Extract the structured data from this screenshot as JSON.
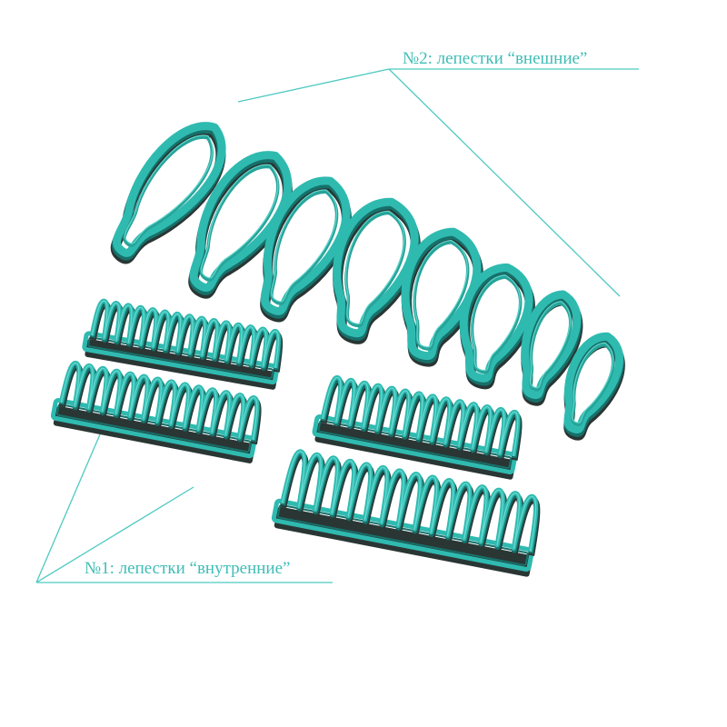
{
  "labels": {
    "outer": "№2: лепестки “внешние”",
    "inner": "№1: лепестки “внутренние”"
  },
  "colors": {
    "cutter_light": "#2fbab0",
    "cutter_mid": "#27a49a",
    "cutter_dark": "#17706a",
    "cutter_shadow": "#2a3634",
    "leader_line": "#4ec9c2",
    "label_text": "#3fbdb6"
  },
  "outer_petal_cutters": {
    "count": 8
  },
  "inner_petal_strips": {
    "count": 4,
    "teeth_per_strip": [
      15,
      14,
      14,
      15
    ]
  }
}
